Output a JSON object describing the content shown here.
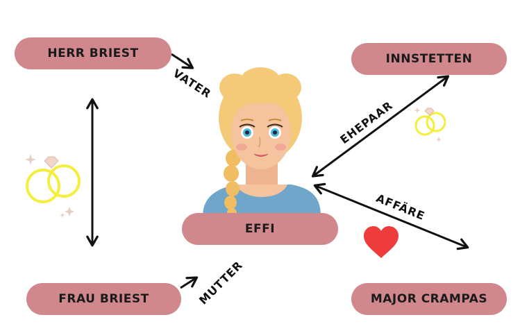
{
  "nodes": {
    "herr_briest": "HERR BRIEST",
    "frau_briest": "FRAU BRIEST",
    "effi": "EFFI",
    "innstetten": "INNSTETTEN",
    "major_crampas": "MAJOR CRAMPAS"
  },
  "relations": {
    "vater": "VATER",
    "mutter": "MUTTER",
    "ehepaar": "EHEPAAR",
    "affaere": "AFFÄRE"
  },
  "colors": {
    "pill": "#d0888d",
    "ring": "#f5ee3c",
    "heart": "#ee3b3b",
    "hair": "#f4c978",
    "shirt": "#6fa6c9",
    "skin": "#f6c39f"
  }
}
